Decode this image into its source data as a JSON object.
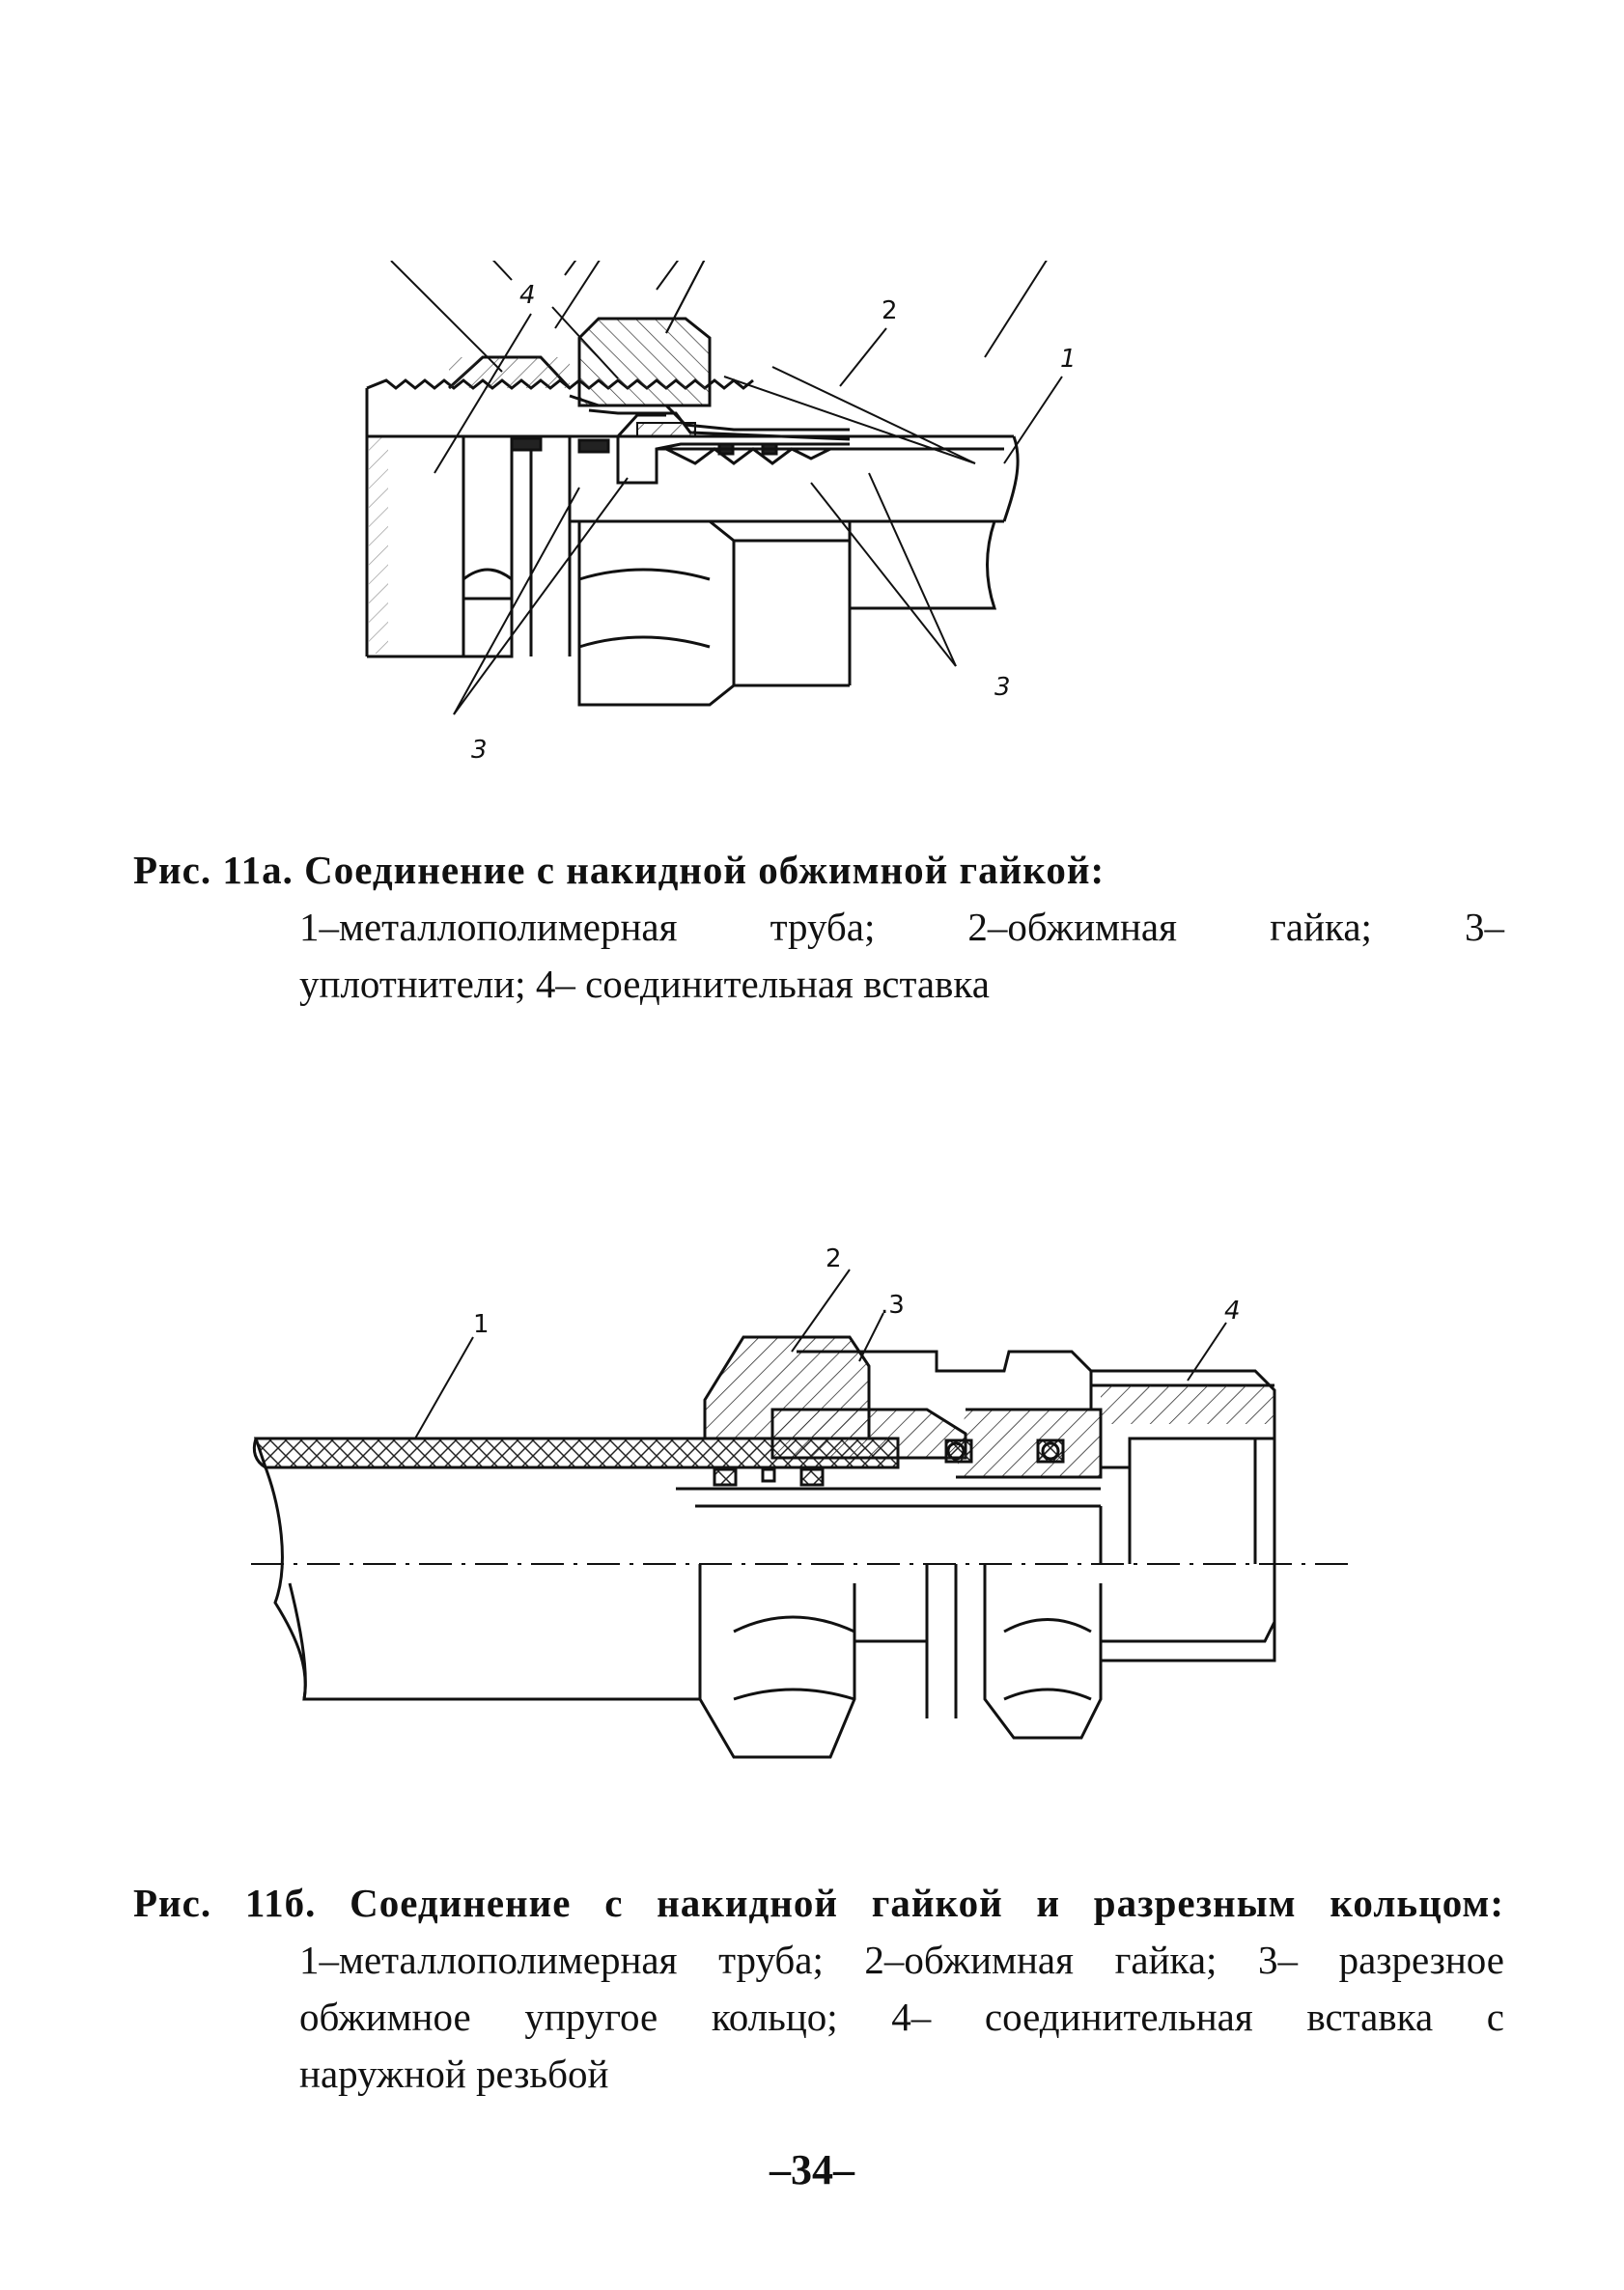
{
  "figure_a": {
    "labels": [
      "4",
      "2",
      "1",
      "3",
      "3"
    ],
    "caption": {
      "title": "Рис. 11а. Соединение с накидной обжимной гайкой:",
      "line2": "1–металлополимерная труба; 2–обжимная гайка; 3–",
      "line3": "уплотнители; 4– соединительная вставка"
    }
  },
  "figure_b": {
    "labels": [
      "2",
      ".3",
      "1",
      "4"
    ],
    "caption": {
      "title": "Рис. 11б. Соединение с  накидной гайкой и разрезным кольцом:",
      "line2": "1–металлополимерная труба; 2–обжимная гайка; 3– разрезное",
      "line3": "обжимное упругое кольцо; 4– соединительная вставка с",
      "line4": "наружной резьбой"
    }
  },
  "page_number": "–34–"
}
